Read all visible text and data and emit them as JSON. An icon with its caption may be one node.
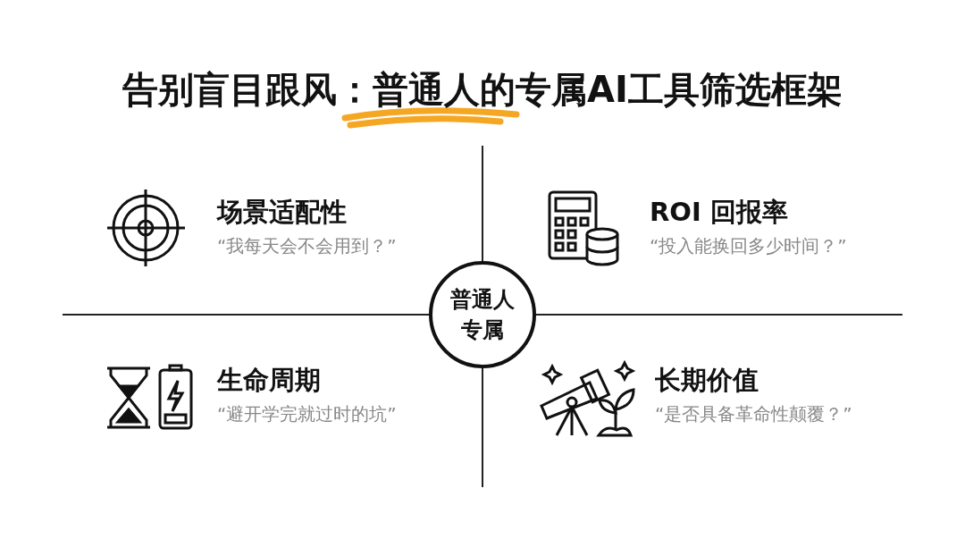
{
  "diagram": {
    "title": "告别盲目跟风：普通人的专属AI工具筛选框架",
    "nodes": [
      {
        "text": [
          "普通人专属"
        ]
      },
      {
        "text": [
          "场景适配性",
          "“我每天会不会用到？”"
        ]
      },
      {
        "text": [
          "ROI 回报率",
          "“投入能换回多少时间？”"
        ]
      },
      {
        "text": [
          "生命周期",
          "“避开学完就过时的坑”"
        ]
      },
      {
        "text": [
          "长期价值",
          "“是否具备革命性颠覆？”"
        ]
      }
    ]
  }
}
